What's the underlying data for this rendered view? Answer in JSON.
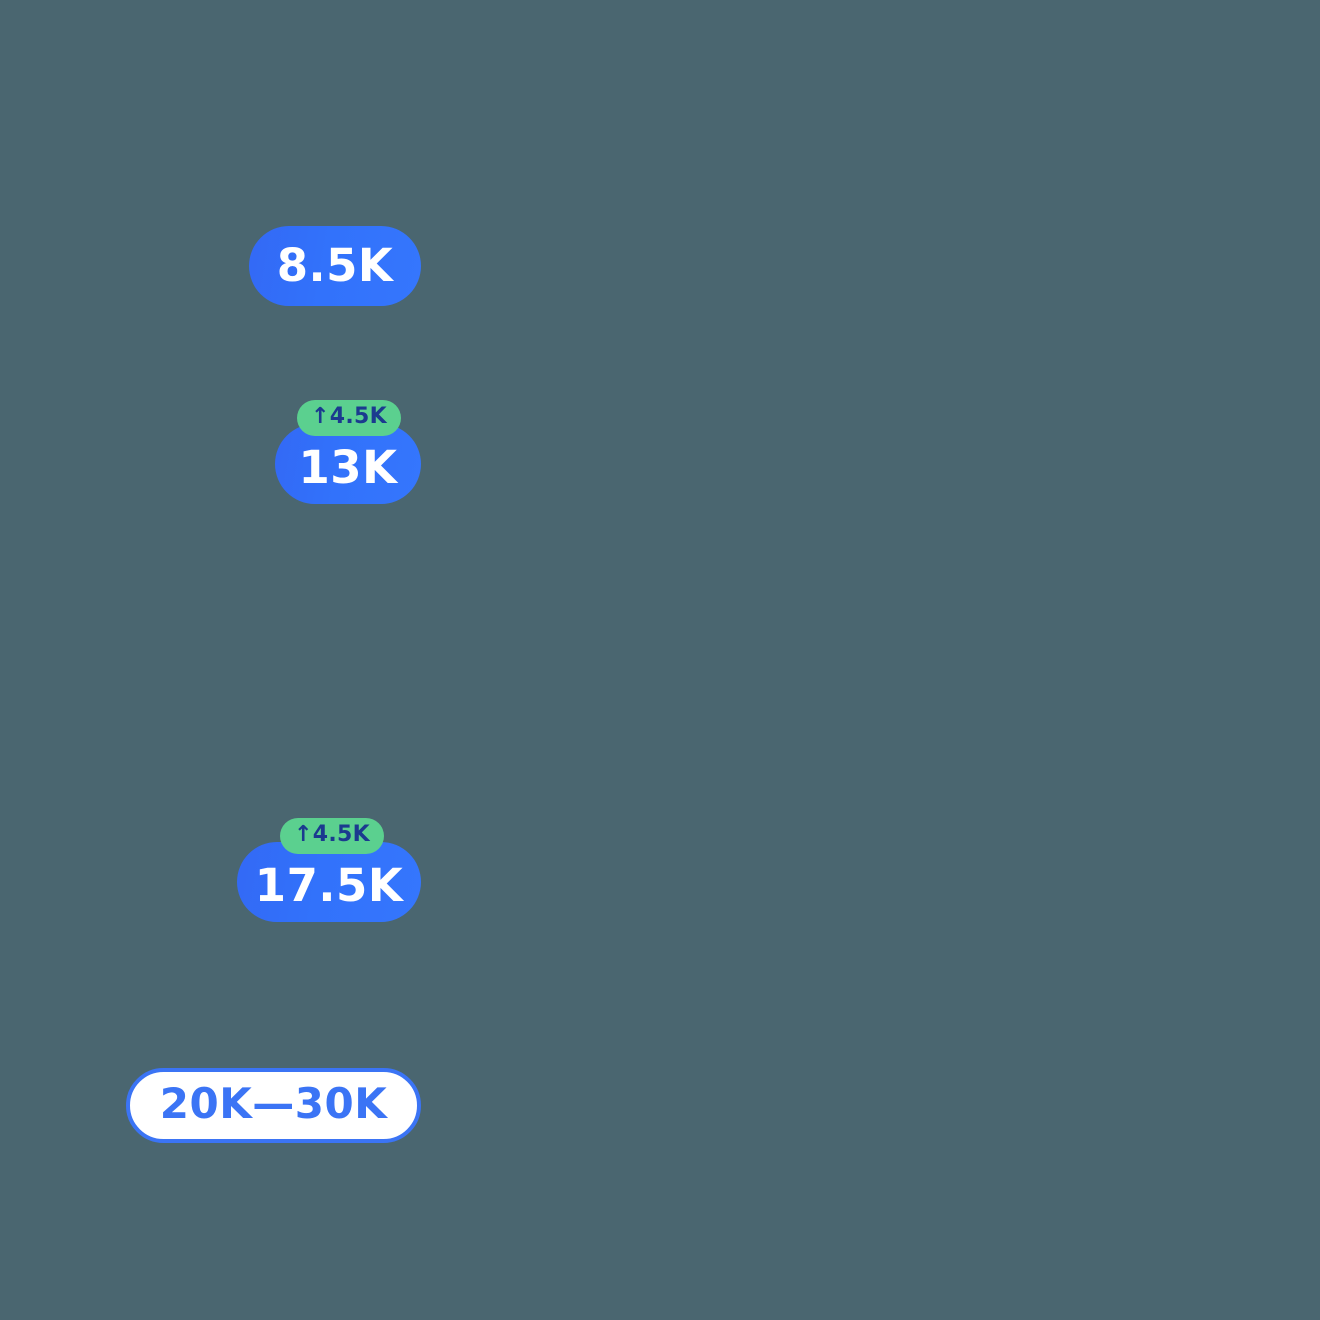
{
  "theme": {
    "background_color": "#4a6670",
    "pill_blue": "#3272fb",
    "badge_green": "#5bd08f",
    "badge_text_color": "#1b3a8f",
    "pill_text_color": "#ffffff",
    "range_border_color": "#3b74f5",
    "range_text_color": "#3b74f5",
    "range_fill_color": "#ffffff"
  },
  "metrics": [
    {
      "id": "metric-1",
      "value_label": "8.5K",
      "badge": null
    },
    {
      "id": "metric-2",
      "value_label": "13K",
      "badge": {
        "icon": "arrow-up-icon",
        "glyph": "↑",
        "label": "4.5K",
        "full_label": "↑4.5K",
        "direction": "up"
      }
    },
    {
      "id": "metric-3",
      "value_label": "17.5K",
      "badge": {
        "icon": "arrow-up-icon",
        "glyph": "↑",
        "label": "4.5K",
        "full_label": "↑4.5K",
        "direction": "up"
      }
    }
  ],
  "range_pill": {
    "label": "20K—30K",
    "min_label": "20K",
    "max_label": "30K",
    "separator": "—"
  }
}
